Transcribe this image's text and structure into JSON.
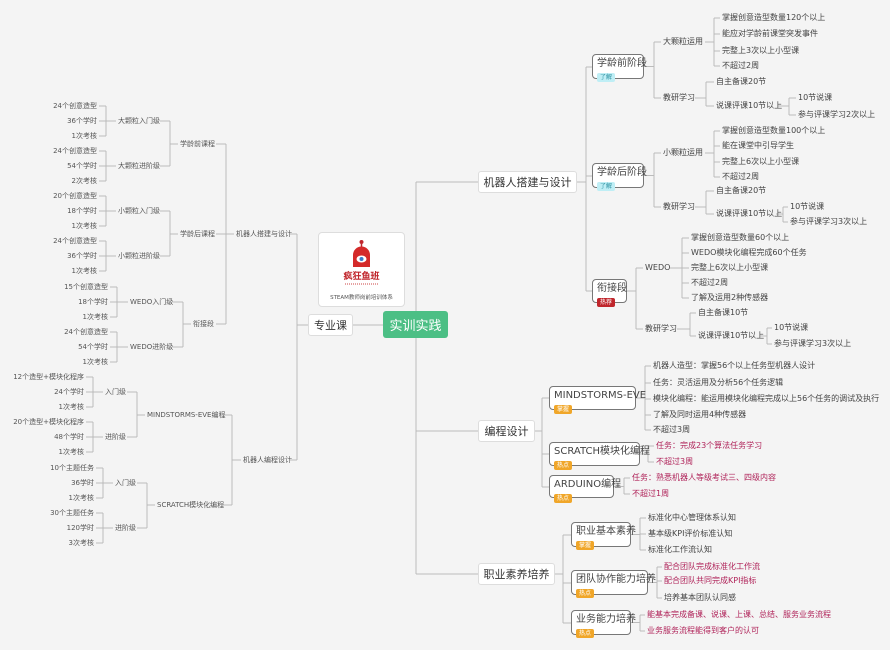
{
  "practice": {
    "label": "实训实践",
    "branches": [
      {
        "label": "机器人搭建与设计",
        "stages": [
          {
            "label": "学龄前阶段",
            "tag": "了解",
            "topics": [
              {
                "label": "大颗粒运用",
                "items": [
                  "掌握创意造型数量120个以上",
                  "能应对学龄前课堂突发事件",
                  "完整上3次以上小型课",
                  "不超过2周"
                ]
              },
              {
                "label": "教研学习",
                "prep": "自主备课20节",
                "review": {
                  "label": "说课评课10节以上",
                  "items": [
                    "10节说课",
                    "参与评课学习2次以上"
                  ]
                }
              }
            ]
          },
          {
            "label": "学龄后阶段",
            "tag": "了解",
            "topics": [
              {
                "label": "小颗粒运用",
                "items": [
                  "掌握创意造型数量100个以上",
                  "能在课堂中引导学生",
                  "完整上6次以上小型课",
                  "不超过2周"
                ]
              },
              {
                "label": "教研学习",
                "prep": "自主备课20节",
                "review": {
                  "label": "说课评课10节以上",
                  "items": [
                    "10节说课",
                    "参与评课学习3次以上"
                  ]
                }
              }
            ]
          },
          {
            "label": "衔接段",
            "tag": "热荐",
            "topics": [
              {
                "label": "WEDO",
                "items": [
                  "掌握创意造型数量60个以上",
                  "WEDO模块化编程完成60个任务",
                  "完整上6次以上小型课",
                  "不超过2周",
                  "了解及运用2种传感器"
                ]
              },
              {
                "label": "教研学习",
                "prep": "自主备课10节",
                "review": {
                  "label": "说课评课10节以上",
                  "items": [
                    "10节说课",
                    "参与评课学习3次以上"
                  ]
                }
              }
            ]
          }
        ]
      },
      {
        "label": "编程设计",
        "courses": [
          {
            "label": "MINDSTORMS-EVE",
            "tag": "掌握",
            "items": [
              "机器人造型：掌握56个以上任务型机器人设计",
              "任务：灵活运用及分析56个任务逻辑",
              "模块化编程：能运用模块化编程完成以上56个任务的调试及执行",
              "了解及同时运用4种传感器",
              "不超过3周"
            ]
          },
          {
            "label": "SCRATCH模块化编程",
            "tag": "热点",
            "items": [
              "任务：完成23个算法任务学习",
              "不超过3周"
            ]
          },
          {
            "label": "ARDUINO编程",
            "tag": "热点",
            "items": [
              "任务：熟悉机器人等级考试三、四级内容",
              "不超过1周"
            ]
          }
        ]
      },
      {
        "label": "职业素养培养",
        "areas": [
          {
            "label": "职业基本素养",
            "tag": "掌握",
            "items": [
              "标准化中心管理体系认知",
              "基本级KPI评价标准认知",
              "标准化工作流认知"
            ]
          },
          {
            "label": "团队协作能力培养",
            "tag": "热点",
            "items": [
              "配合团队完成标准化工作流",
              "配合团队共同完成KPI指标",
              "培养基本团队认同感"
            ]
          },
          {
            "label": "业务能力培养",
            "tag": "热点",
            "items": [
              "能基本完成备课、说课、上课、总结、服务业务流程",
              "业务服务流程能得到客户的认可"
            ]
          }
        ]
      }
    ]
  },
  "logo": {
    "brand": "疯狂鱼班",
    "caption": "STEAM教师岗前培训体系"
  },
  "professional": {
    "label": "专业课",
    "branches": [
      {
        "label": "机器人搭建与设计",
        "groups": [
          {
            "label": "学龄前课程",
            "levels": [
              {
                "label": "大颗粒入门级",
                "items": [
                  "24个创意造型",
                  "36个学时",
                  "1次考核"
                ]
              },
              {
                "label": "大颗粒进阶级",
                "items": [
                  "24个创意造型",
                  "54个学时",
                  "2次考核"
                ]
              }
            ]
          },
          {
            "label": "学龄后课程",
            "levels": [
              {
                "label": "小颗粒入门级",
                "items": [
                  "20个创意造型",
                  "18个学时",
                  "1次考核"
                ]
              },
              {
                "label": "小颗粒进阶级",
                "items": [
                  "24个创意造型",
                  "36个学时",
                  "1次考核"
                ]
              }
            ]
          },
          {
            "label": "衔接段",
            "levels": [
              {
                "label": "WEDO入门级",
                "items": [
                  "15个创意造型",
                  "18个学时",
                  "1次考核"
                ]
              },
              {
                "label": "WEDO进阶级",
                "items": [
                  "24个创意造型",
                  "54个学时",
                  "1次考核"
                ]
              }
            ]
          }
        ]
      },
      {
        "label": "机器人编程设计",
        "groups": [
          {
            "label": "MINDSTORMS-EVE编程",
            "levels": [
              {
                "label": "入门级",
                "items": [
                  "12个造型+模块化程序",
                  "24个学时",
                  "1次考核"
                ]
              },
              {
                "label": "进阶级",
                "items": [
                  "20个造型+模块化程序",
                  "48个学时",
                  "1次考核"
                ]
              }
            ]
          },
          {
            "label": "SCRATCH模块化编程",
            "levels": [
              {
                "label": "入门级",
                "items": [
                  "10个主题任务",
                  "36学时",
                  "1次考核"
                ]
              },
              {
                "label": "进阶级",
                "items": [
                  "30个主题任务",
                  "120学时",
                  "3次考核"
                ]
              }
            ]
          }
        ]
      }
    ]
  },
  "colors": {
    "root": "#4cbf85",
    "highlight": "#b0245a",
    "tag_cyan": "#bfeef5",
    "tag_red": "#c0262c",
    "tag_orange": "#f0a629"
  }
}
